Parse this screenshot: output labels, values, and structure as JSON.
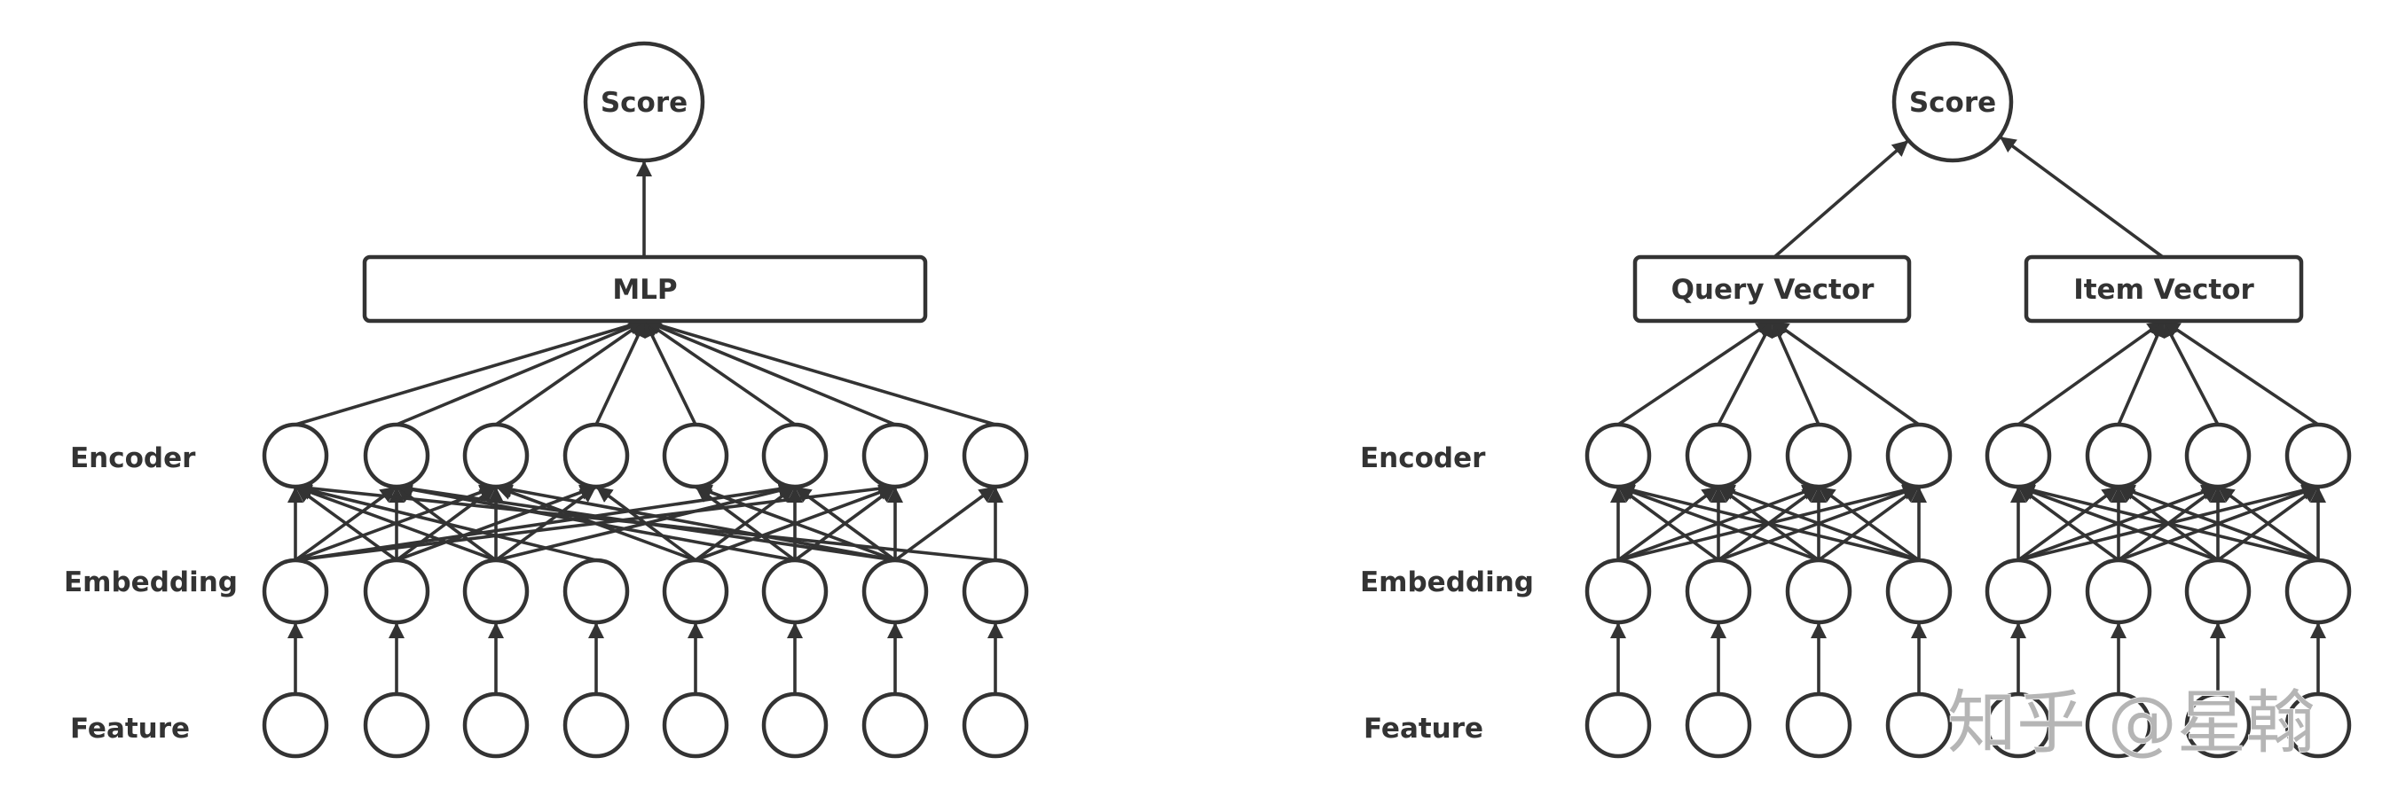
{
  "layer_labels": {
    "encoder": "Encoder",
    "embedding": "Embedding",
    "feature": "Feature"
  },
  "left_model": {
    "name": "single-tower",
    "score_label": "Score",
    "mlp_label": "MLP",
    "node_count_per_layer": 8,
    "embedding_to_encoder_edges": [
      [
        0,
        1
      ],
      [
        0,
        2
      ],
      [
        0,
        5
      ],
      [
        0,
        6
      ],
      [
        0,
        0
      ],
      [
        1,
        0
      ],
      [
        1,
        1
      ],
      [
        1,
        2
      ],
      [
        1,
        3
      ],
      [
        2,
        0
      ],
      [
        2,
        1
      ],
      [
        2,
        2
      ],
      [
        2,
        3
      ],
      [
        2,
        5
      ],
      [
        3,
        0
      ],
      [
        4,
        2
      ],
      [
        4,
        3
      ],
      [
        4,
        5
      ],
      [
        4,
        6
      ],
      [
        5,
        1
      ],
      [
        5,
        4
      ],
      [
        5,
        5
      ],
      [
        5,
        6
      ],
      [
        6,
        1
      ],
      [
        6,
        2
      ],
      [
        6,
        4
      ],
      [
        6,
        5
      ],
      [
        6,
        6
      ],
      [
        6,
        7
      ],
      [
        7,
        0
      ],
      [
        7,
        7
      ]
    ]
  },
  "right_model": {
    "name": "two-tower",
    "score_label": "Score",
    "query_tower_label": "Query Vector",
    "item_tower_label": "Item Vector",
    "nodes_per_tower": 4,
    "tower_connectivity": "fully-connected"
  },
  "watermark": "知乎 @星翰",
  "colors": {
    "stroke": "#333333",
    "background": "#ffffff",
    "watermark": "#b5b5b5"
  }
}
